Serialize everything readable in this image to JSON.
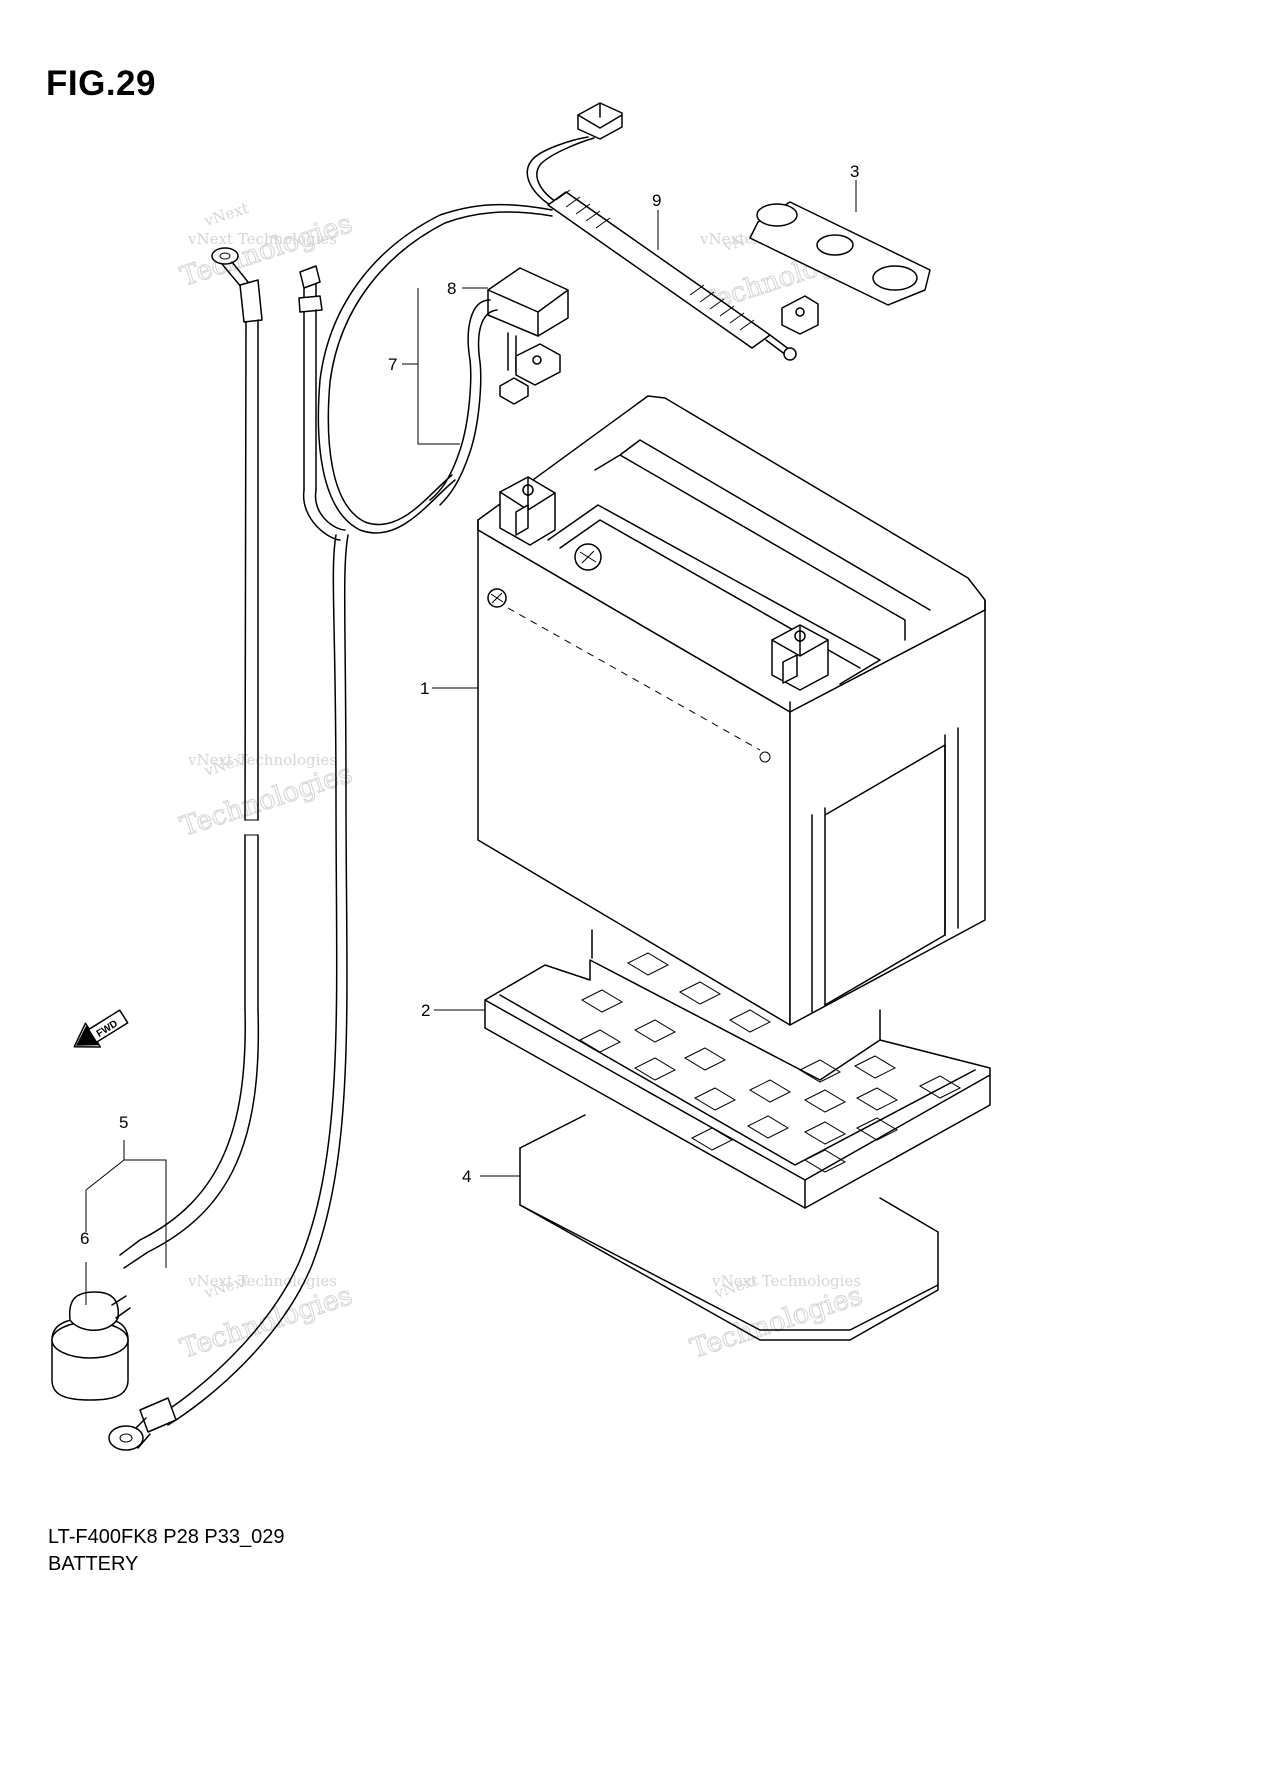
{
  "figure_label": "FIG.29",
  "footer": {
    "model_code": "LT-F400FK8 P28 P33_029",
    "section_name": "BATTERY"
  },
  "callouts": {
    "c1": "1",
    "c2": "2",
    "c3": "3",
    "c4": "4",
    "c5": "5",
    "c6": "6",
    "c7": "7",
    "c8": "8",
    "c9": "9"
  },
  "direction_marker": "FWD",
  "watermark": {
    "line1": "vNext Technologies",
    "line2": "vNext",
    "line3": "Technologies"
  }
}
